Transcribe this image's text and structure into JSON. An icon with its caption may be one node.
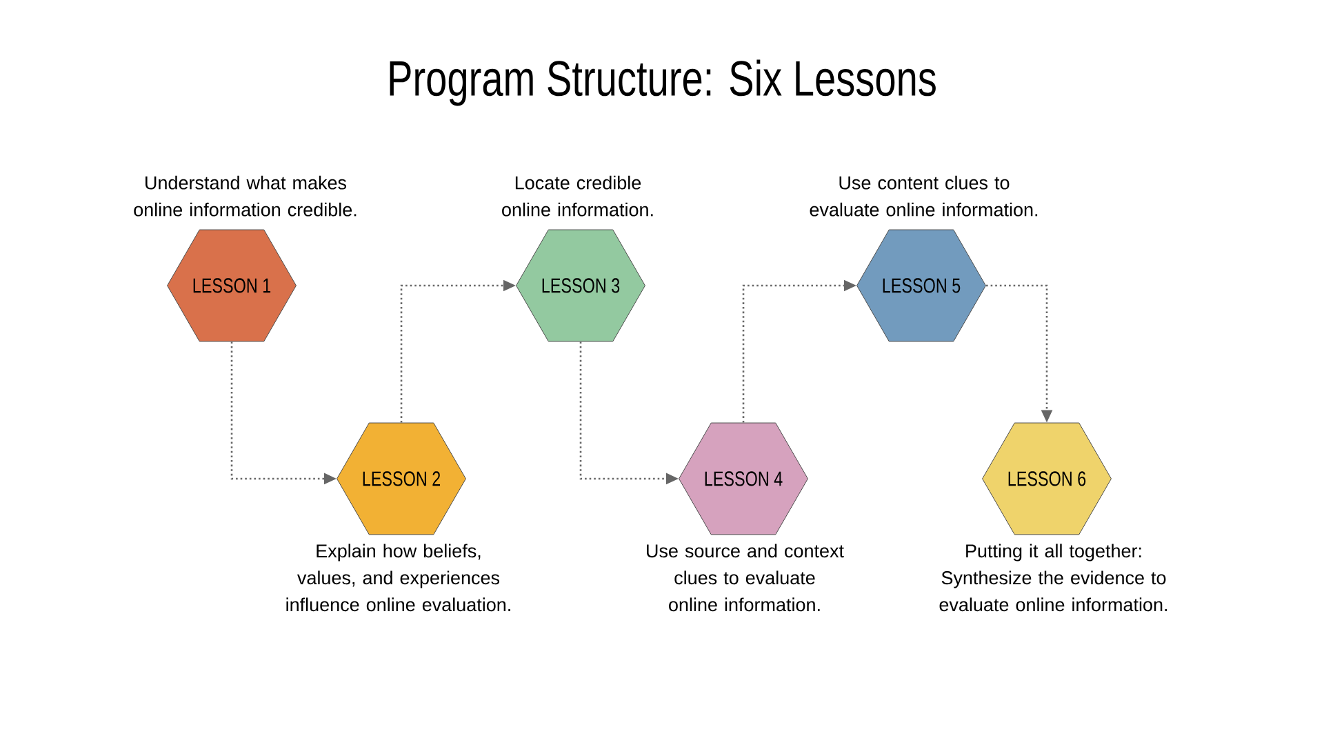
{
  "diagram": {
    "title": "Program Structure: Six Lessons",
    "nodes": [
      {
        "text": [
          "LESSON 1"
        ],
        "beside": [
          "Understand what makes online information credible."
        ]
      },
      {
        "text": [
          "LESSON 2"
        ],
        "beside": [
          "Explain how beliefs, values, and experiences influence online evaluation."
        ]
      },
      {
        "text": [
          "LESSON 3"
        ],
        "beside": [
          "Locate credible online information."
        ]
      },
      {
        "text": [
          "LESSON 4"
        ],
        "beside": [
          "Use source and context clues to evaluate online information."
        ]
      },
      {
        "text": [
          "LESSON 5"
        ],
        "beside": [
          "Use content clues to evaluate online information."
        ]
      },
      {
        "text": [
          "LESSON 6"
        ],
        "beside": [
          "Putting it all together: Synthesize the evidence to evaluate online information."
        ]
      }
    ],
    "edges": [
      {
        "from": 0,
        "to": 1,
        "arrow": "to"
      },
      {
        "from": 1,
        "to": 2,
        "arrow": "to"
      },
      {
        "from": 2,
        "to": 3,
        "arrow": "to"
      },
      {
        "from": 3,
        "to": 4,
        "arrow": "to"
      },
      {
        "from": 4,
        "to": 5,
        "arrow": "to"
      }
    ]
  }
}
